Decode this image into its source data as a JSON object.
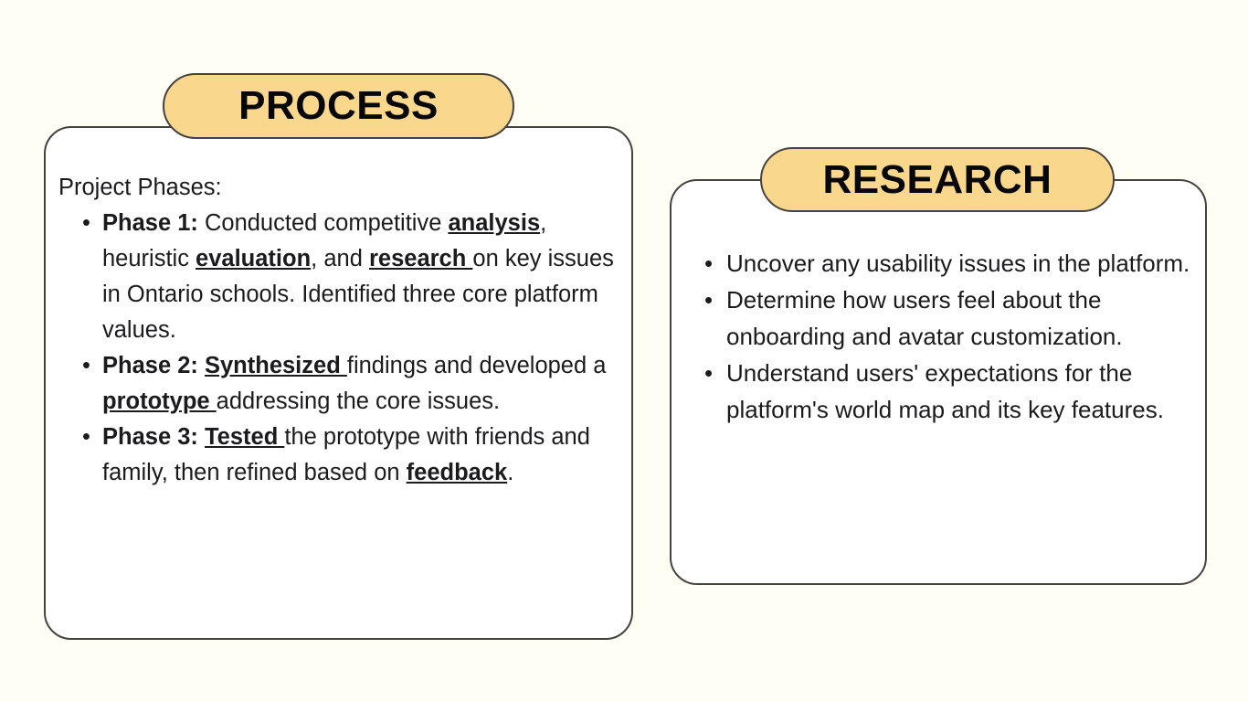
{
  "page": {
    "background_color": "#FFFEF5",
    "card_background": "#FFFFFF",
    "pill_color": "#F9D78D",
    "border_color": "#46423F",
    "text_color": "#1B1B1D"
  },
  "process": {
    "header": "PROCESS",
    "intro": "Project Phases:",
    "bullets": [
      {
        "label": "Phase 1:",
        "segments": [
          {
            "text": " Conducted competitive ",
            "style": "normal"
          },
          {
            "text": "analysis",
            "style": "bold-underline"
          },
          {
            "text": ", heuristic ",
            "style": "normal"
          },
          {
            "text": "evaluation",
            "style": "bold-underline"
          },
          {
            "text": ", and ",
            "style": "normal"
          },
          {
            "text": "research ",
            "style": "bold-underline"
          },
          {
            "text": "on key issues in Ontario schools. Identified three core platform values.",
            "style": "normal"
          }
        ],
        "plain": "Phase 1: Conducted competitive analysis, heuristic evaluation, and research on key issues in Ontario schools. Identified three core platform values."
      },
      {
        "label": "Phase 2:",
        "segments": [
          {
            "text": " ",
            "style": "normal"
          },
          {
            "text": "Synthesized ",
            "style": "bold-underline"
          },
          {
            "text": "findings and developed a ",
            "style": "normal"
          },
          {
            "text": "prototype ",
            "style": "bold-underline"
          },
          {
            "text": "addressing the core issues.",
            "style": "normal"
          }
        ],
        "plain": "Phase 2: Synthesized findings and developed a prototype addressing the core issues."
      },
      {
        "label": "Phase 3:",
        "segments": [
          {
            "text": " ",
            "style": "normal"
          },
          {
            "text": "Tested ",
            "style": "bold-underline"
          },
          {
            "text": "the prototype with friends and family, then refined based on ",
            "style": "normal"
          },
          {
            "text": "feedback",
            "style": "bold-underline"
          },
          {
            "text": ".",
            "style": "normal"
          }
        ],
        "plain": "Phase 3: Tested the prototype with friends and family, then refined based on feedback."
      }
    ]
  },
  "research": {
    "header": "RESEARCH",
    "bullets": [
      "Uncover any usability issues in the platform.",
      "Determine how users feel about the onboarding and avatar customization.",
      "Understand users' expectations for the platform's world map and its key features."
    ]
  }
}
